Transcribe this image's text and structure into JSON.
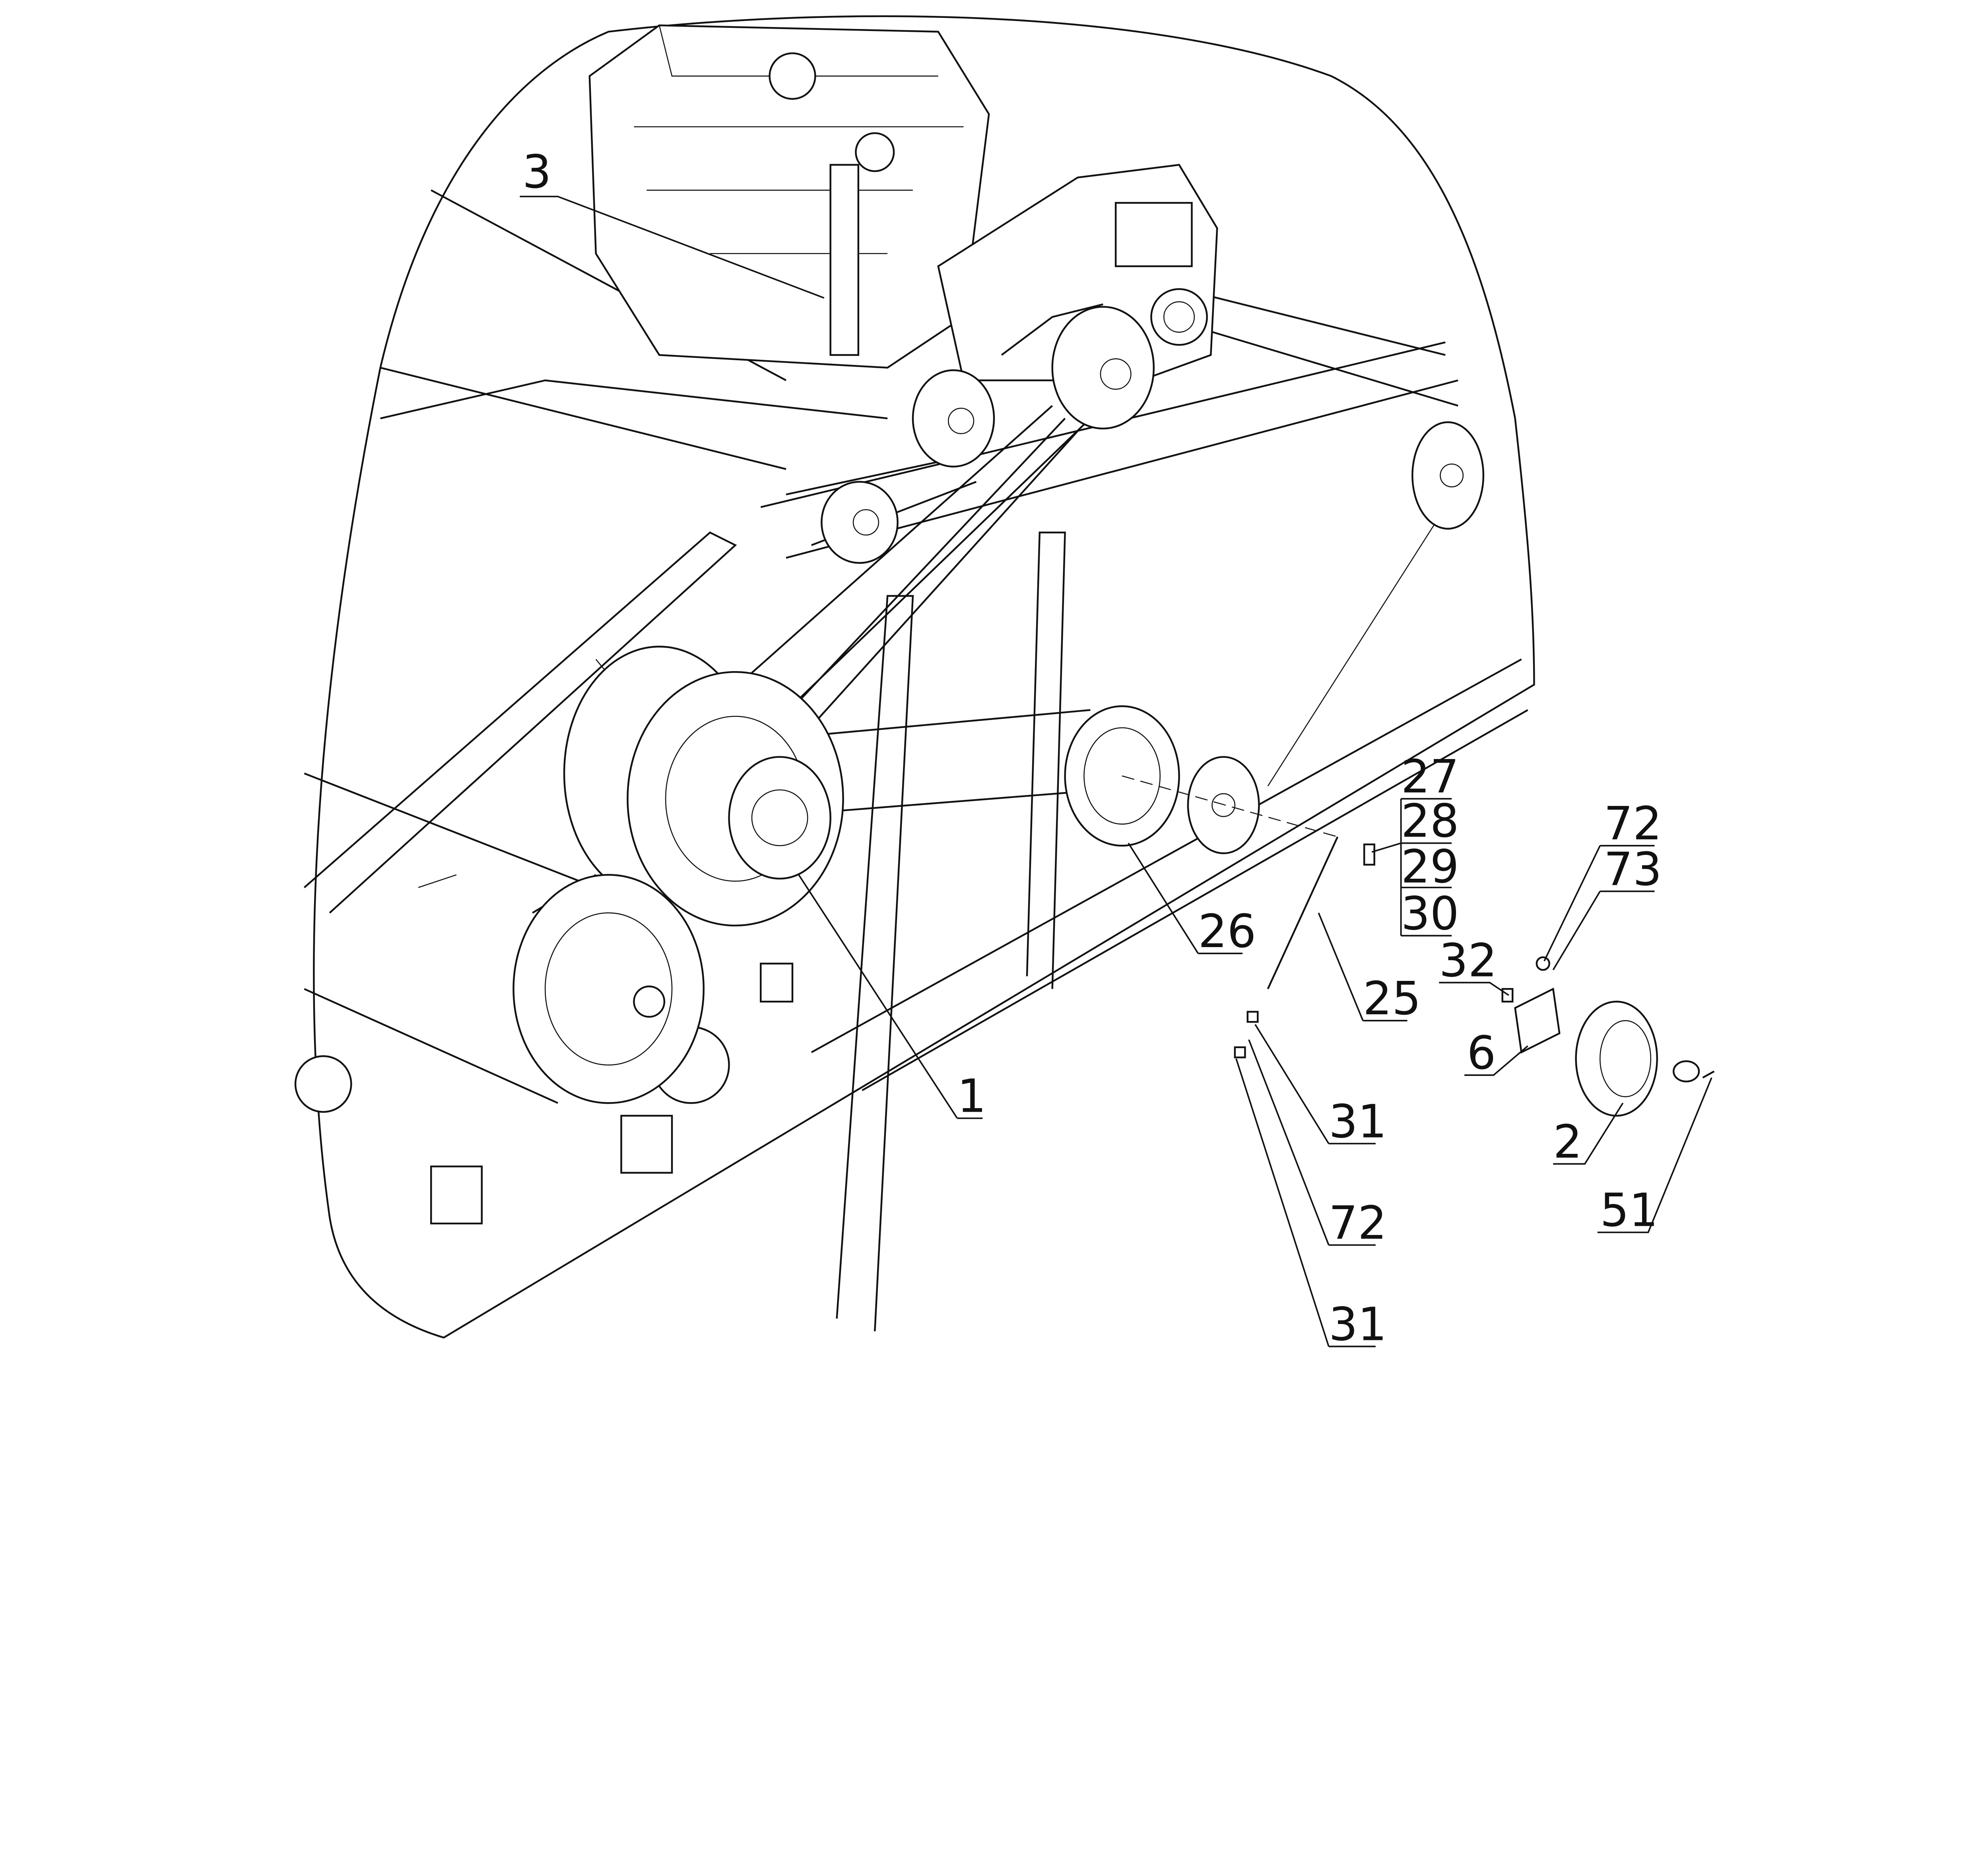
{
  "diagram": {
    "type": "exploded parts drawing - belt drive assembly",
    "callouts": [
      "3",
      "27",
      "28",
      "29",
      "30",
      "72",
      "73",
      "32",
      "26",
      "25",
      "6",
      "1",
      "31",
      "2",
      "72",
      "51",
      "31"
    ],
    "colors": {
      "line": "#111111",
      "background": "#ffffff"
    }
  }
}
